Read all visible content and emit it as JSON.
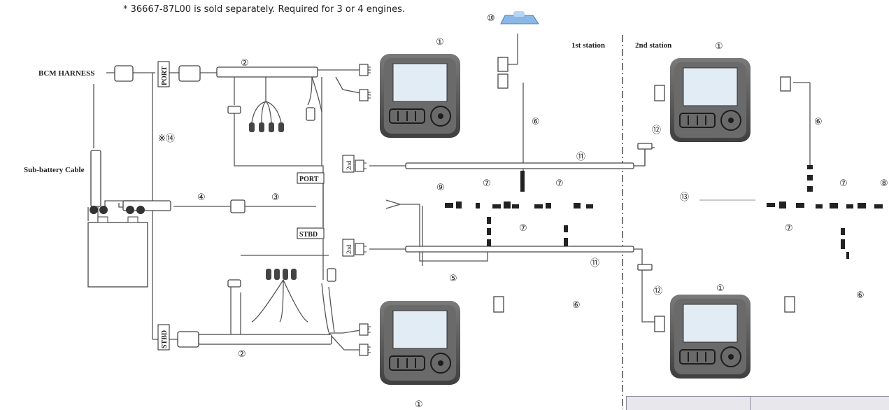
{
  "note": "* 36667-87L00 is sold separately. Required for 3 or 4 engines.",
  "labels": {
    "bcm_harness": "BCM HARNESS",
    "sub_battery_cable": "Sub-battery Cable",
    "port": "PORT",
    "stbd": "STBD",
    "second": "2nd",
    "first_station": "1st station",
    "second_station": "2nd station",
    "ref14": "※⑭"
  },
  "callouts": {
    "c1": "①",
    "c2": "②",
    "c3": "③",
    "c4": "④",
    "c5": "⑤",
    "c6": "⑥",
    "c7": "⑦",
    "c8": "⑧",
    "c9": "⑨",
    "c10": "⑩",
    "c11": "⑪",
    "c12": "⑫",
    "c13": "⑬"
  },
  "colors": {
    "line": "#555555",
    "gauge_bezel": "#5d5d5d",
    "gauge_screen": "#dfe9f2",
    "dash": "#222222"
  }
}
